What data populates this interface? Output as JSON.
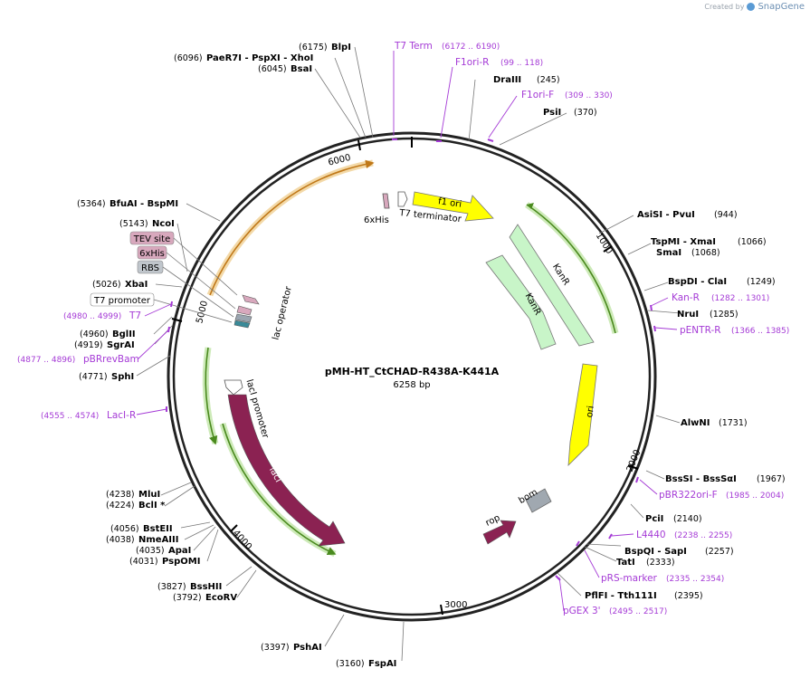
{
  "brand": {
    "created_by": "Created by",
    "name": "SnapGene"
  },
  "plasmid": {
    "name": "pMH-HT_CtCHAD-R438A-K441A",
    "length": "6258 bp"
  },
  "ticks": [
    "1000",
    "2000",
    "3000",
    "4000",
    "5000",
    "6000"
  ],
  "colors": {
    "primer": "#a53bd6",
    "kanr": "#c8f5c8",
    "ori": "#ffff00",
    "laci": "#8b2252",
    "rop": "#8b2252",
    "bom": "#a0a8b0",
    "orange": "#e8a840",
    "green_arc": "#5a9e2a"
  },
  "feature_labels": {
    "f1ori": "f1 ori",
    "t7term": "T7 terminator",
    "his6": "6xHis",
    "kanr1": "KanR",
    "kanr2": "KanR",
    "ori": "ori",
    "bom": "bom",
    "rop": "rop",
    "laci": "lacI",
    "laci_promoter": "lacI promoter",
    "lac_operator": "lac operator"
  },
  "left_boxes": [
    "TEV site",
    "6xHis",
    "RBS",
    "T7 promoter"
  ],
  "sites_right": [
    {
      "name": "BlpI",
      "num": "(6175)"
    },
    {
      "name": "PaeR7I - PspXI - XhoI",
      "num": "(6096)"
    },
    {
      "name": "BsaI",
      "num": "(6045)"
    },
    {
      "name": "DraIII",
      "num": "(245)"
    },
    {
      "name": "PsiI",
      "num": "(370)"
    },
    {
      "name": "AsiSI - PvuI",
      "num": "(944)"
    },
    {
      "name": "TspMI - XmaI",
      "num": "(1066)"
    },
    {
      "name": "SmaI",
      "num": "(1068)"
    },
    {
      "name": "BspDI - ClaI",
      "num": "(1249)"
    },
    {
      "name": "NruI",
      "num": "(1285)"
    },
    {
      "name": "AlwNI",
      "num": "(1731)"
    },
    {
      "name": "BssSI - BssSαI",
      "num": "(1967)"
    },
    {
      "name": "PciI",
      "num": "(2140)"
    },
    {
      "name": "BspQI - SapI",
      "num": "(2257)"
    },
    {
      "name": "TatI",
      "num": "(2333)"
    },
    {
      "name": "PflFI - Tth111I",
      "num": "(2395)"
    },
    {
      "name": "PshAI",
      "num": "(3397)"
    },
    {
      "name": "FspAI",
      "num": "(3160)"
    }
  ],
  "sites_left": [
    {
      "name": "BfuAI - BspMI",
      "num": "(5364)"
    },
    {
      "name": "NcoI",
      "num": "(5143)"
    },
    {
      "name": "XbaI",
      "num": "(5026)"
    },
    {
      "name": "BglII",
      "num": "(4960)"
    },
    {
      "name": "SgrAI",
      "num": "(4919)"
    },
    {
      "name": "SphI",
      "num": "(4771)"
    },
    {
      "name": "MluI",
      "num": "(4238)"
    },
    {
      "name": "BclI *",
      "num": "(4224)"
    },
    {
      "name": "BstEII",
      "num": "(4056)"
    },
    {
      "name": "NmeAIII",
      "num": "(4038)"
    },
    {
      "name": "ApaI",
      "num": "(4035)"
    },
    {
      "name": "PspOMI",
      "num": "(4031)"
    },
    {
      "name": "BssHII",
      "num": "(3827)"
    },
    {
      "name": "EcoRV",
      "num": "(3792)"
    }
  ],
  "primers": [
    {
      "name": "T7 Term",
      "range": "(6172 .. 6190)"
    },
    {
      "name": "F1ori-R",
      "range": "(99 .. 118)"
    },
    {
      "name": "F1ori-F",
      "range": "(309 .. 330)"
    },
    {
      "name": "Kan-R",
      "range": "(1282 .. 1301)"
    },
    {
      "name": "pENTR-R",
      "range": "(1366 .. 1385)"
    },
    {
      "name": "pBR322ori-F",
      "range": "(1985 .. 2004)"
    },
    {
      "name": "L4440",
      "range": "(2238 .. 2255)"
    },
    {
      "name": "pRS-marker",
      "range": "(2335 .. 2354)"
    },
    {
      "name": "pGEX 3'",
      "range": "(2495 .. 2517)"
    },
    {
      "name": "T7",
      "range": "(4980 .. 4999)"
    },
    {
      "name": "pBRrevBam",
      "range": "(4877 .. 4896)"
    },
    {
      "name": "LacI-R",
      "range": "(4555 .. 4574)"
    }
  ]
}
